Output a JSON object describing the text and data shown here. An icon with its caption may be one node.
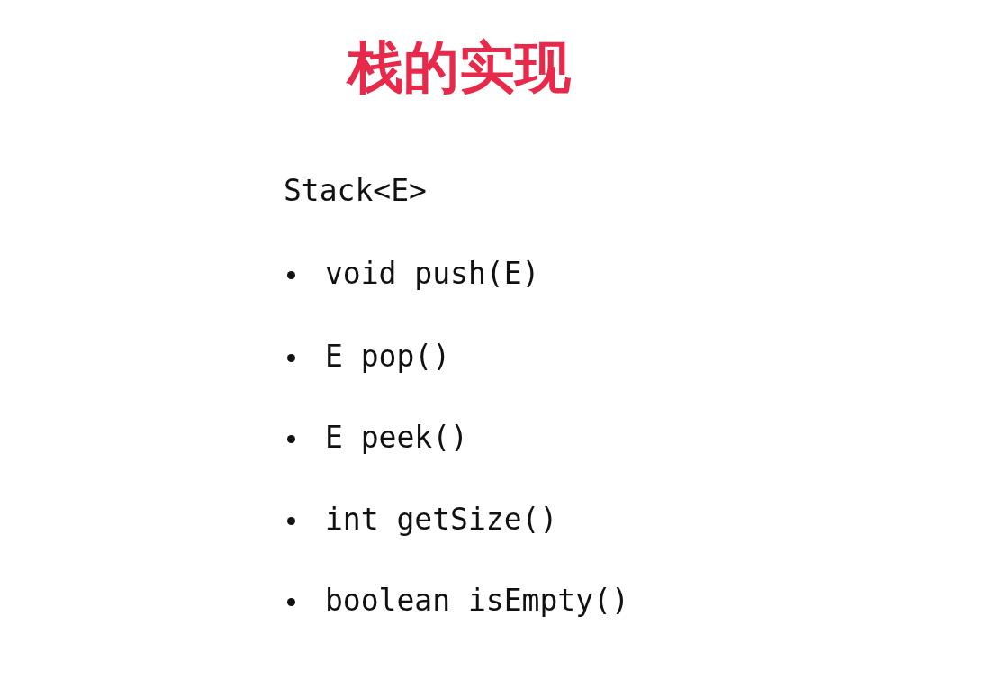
{
  "diagram": {
    "title": "栈的实现",
    "labels": [
      "Stack<E>",
      "void push(E)",
      "E pop()",
      "E peek()",
      "int getSize()",
      "boolean isEmpty()"
    ]
  }
}
